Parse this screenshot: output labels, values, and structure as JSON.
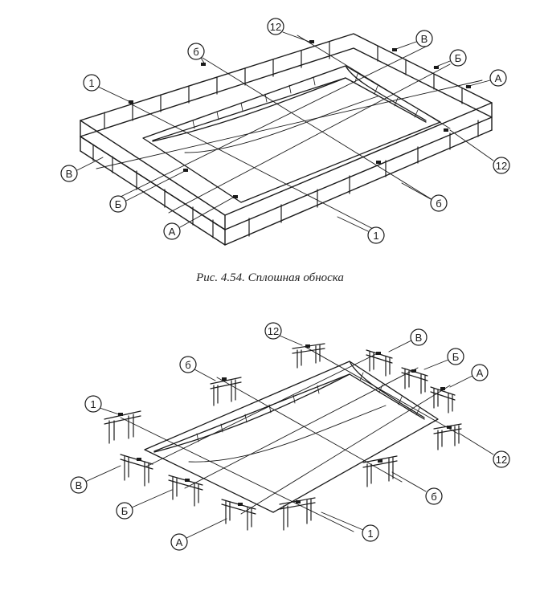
{
  "caption": "Рис. 4.54. Сплошная обноска",
  "labels": {
    "twelve": "12",
    "one": "1",
    "six": "б",
    "v": "В",
    "b": "Б",
    "a": "А"
  },
  "figure_top": {
    "callouts": [
      "12",
      "б",
      "В",
      "Б",
      "1",
      "А",
      "В",
      "Б",
      "А",
      "1",
      "б",
      "12"
    ]
  },
  "figure_bottom": {
    "callouts": [
      "12",
      "В",
      "б",
      "Б",
      "А",
      "1",
      "В",
      "Б",
      "А",
      "1",
      "б",
      "12"
    ]
  },
  "colors": {
    "ink": "#1a1a1a",
    "paper": "#ffffff"
  }
}
